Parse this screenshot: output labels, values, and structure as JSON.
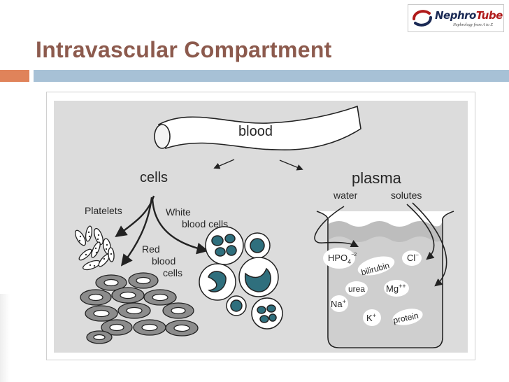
{
  "logo": {
    "name_part1": "Nephro",
    "name_part2": "Tube",
    "tagline": "Nephrology from A to Z"
  },
  "slide": {
    "title": "Intravascular Compartment"
  },
  "diagram": {
    "labels": {
      "blood": "blood",
      "cells": "cells",
      "plasma": "plasma",
      "water": "water",
      "solutes": "solutes",
      "platelets": "Platelets",
      "white_line1": "White",
      "white_line2": "blood cells",
      "red_line1": "Red",
      "red_line2": "blood",
      "red_line3": "cells"
    },
    "solutes": {
      "hpo4": "HPO",
      "hpo4_sub": "4",
      "hpo4_sup": "−2",
      "bilirubin": "bilirubin",
      "cl": "Cl",
      "cl_sup": "−",
      "urea": "urea",
      "mg": "Mg",
      "mg_sup": "++",
      "na": "Na",
      "na_sup": "+",
      "k": "K",
      "k_sup": "+",
      "protein": "protein"
    },
    "colors": {
      "panel": "#dcdcdc",
      "teal": "#2f6f7d",
      "rbc_fill": "#8c8c8c",
      "title": "#8c5a4d",
      "accent_square": "#e0835a",
      "title_bar": "#a7c1d6"
    }
  }
}
